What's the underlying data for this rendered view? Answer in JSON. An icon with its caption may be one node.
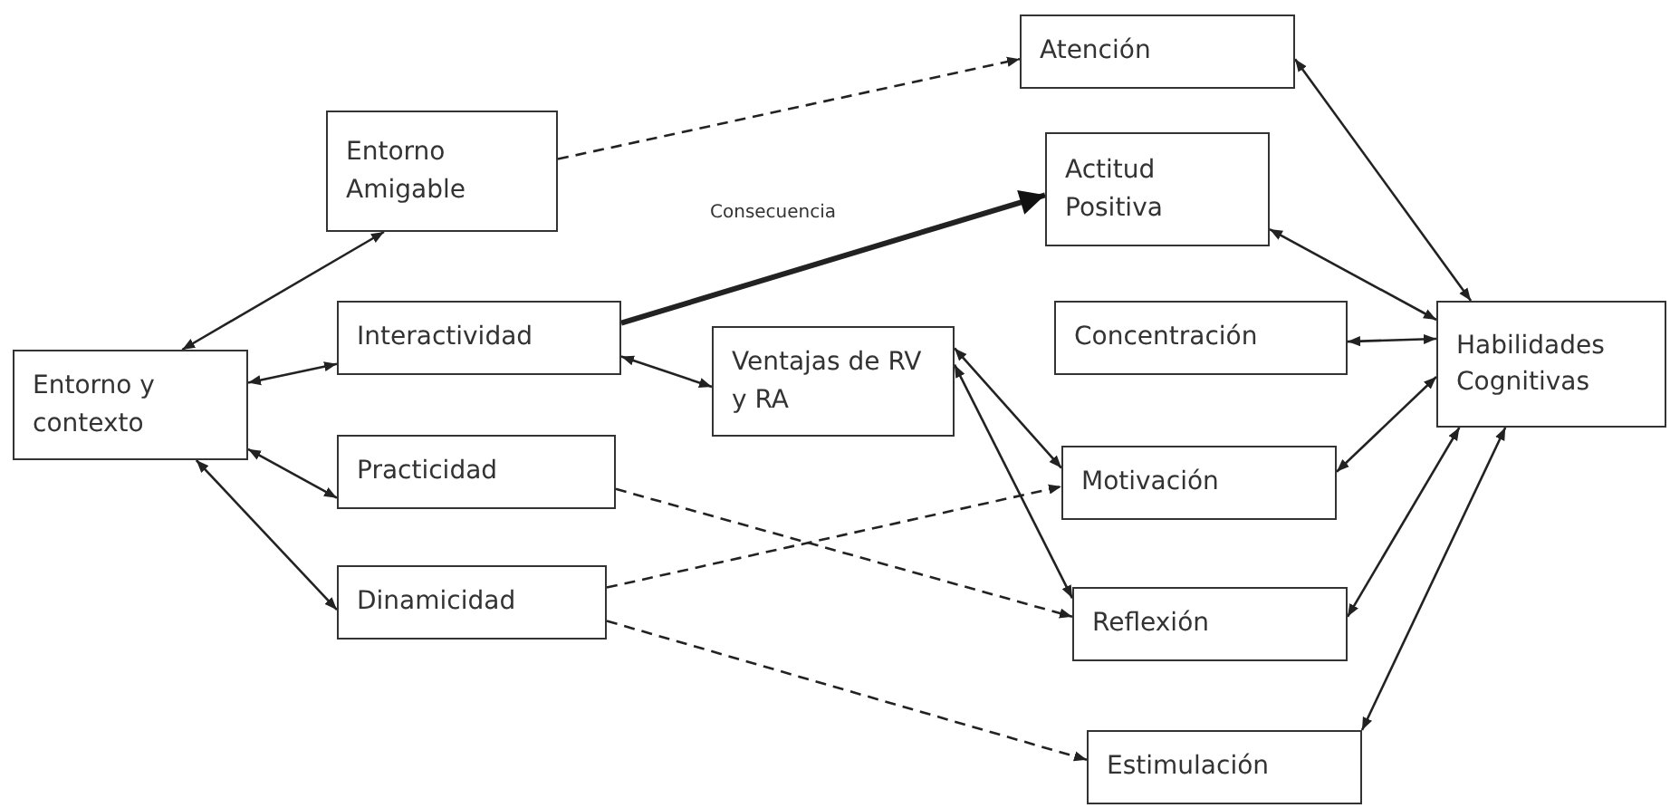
{
  "diagram": {
    "nodes": [
      {
        "text": [
          "Entorno y contexto"
        ]
      },
      {
        "text": [
          "Entorno Amigable"
        ]
      },
      {
        "text": [
          "Interactividad"
        ]
      },
      {
        "text": [
          "Practicidad"
        ]
      },
      {
        "text": [
          "Dinamicidad"
        ]
      },
      {
        "text": [
          "Ventajas de RV y RA"
        ]
      },
      {
        "text": [
          "Atención"
        ]
      },
      {
        "text": [
          "Actitud Positiva"
        ]
      },
      {
        "text": [
          "Concentración"
        ]
      },
      {
        "text": [
          "Motivación"
        ]
      },
      {
        "text": [
          "Reflexión"
        ]
      },
      {
        "text": [
          "Estimulación"
        ]
      },
      {
        "text": [
          "Habilidades Cognitivas"
        ]
      }
    ],
    "edges": [
      {
        "from": 0,
        "to": 1,
        "arrow": "both"
      },
      {
        "from": 0,
        "to": 2,
        "arrow": "both"
      },
      {
        "from": 0,
        "to": 3,
        "arrow": "both"
      },
      {
        "from": 0,
        "to": 4,
        "arrow": "both"
      },
      {
        "from": 1,
        "to": 6,
        "arrow": "to",
        "style": "dashed"
      },
      {
        "from": 2,
        "to": 7,
        "arrow": "to",
        "style": "thick",
        "label": "Consecuencia"
      },
      {
        "from": 2,
        "to": 5,
        "arrow": "both"
      },
      {
        "from": 5,
        "to": 9,
        "arrow": "both"
      },
      {
        "from": 5,
        "to": 10,
        "arrow": "both"
      },
      {
        "from": 3,
        "to": 10,
        "arrow": "to",
        "style": "dashed"
      },
      {
        "from": 4,
        "to": 9,
        "arrow": "to",
        "style": "dashed"
      },
      {
        "from": 4,
        "to": 11,
        "arrow": "to",
        "style": "dashed"
      },
      {
        "from": 6,
        "to": 12,
        "arrow": "both"
      },
      {
        "from": 7,
        "to": 12,
        "arrow": "both"
      },
      {
        "from": 8,
        "to": 12,
        "arrow": "both"
      },
      {
        "from": 9,
        "to": 12,
        "arrow": "both"
      },
      {
        "from": 10,
        "to": 12,
        "arrow": "both"
      },
      {
        "from": 11,
        "to": 12,
        "arrow": "both"
      }
    ]
  }
}
